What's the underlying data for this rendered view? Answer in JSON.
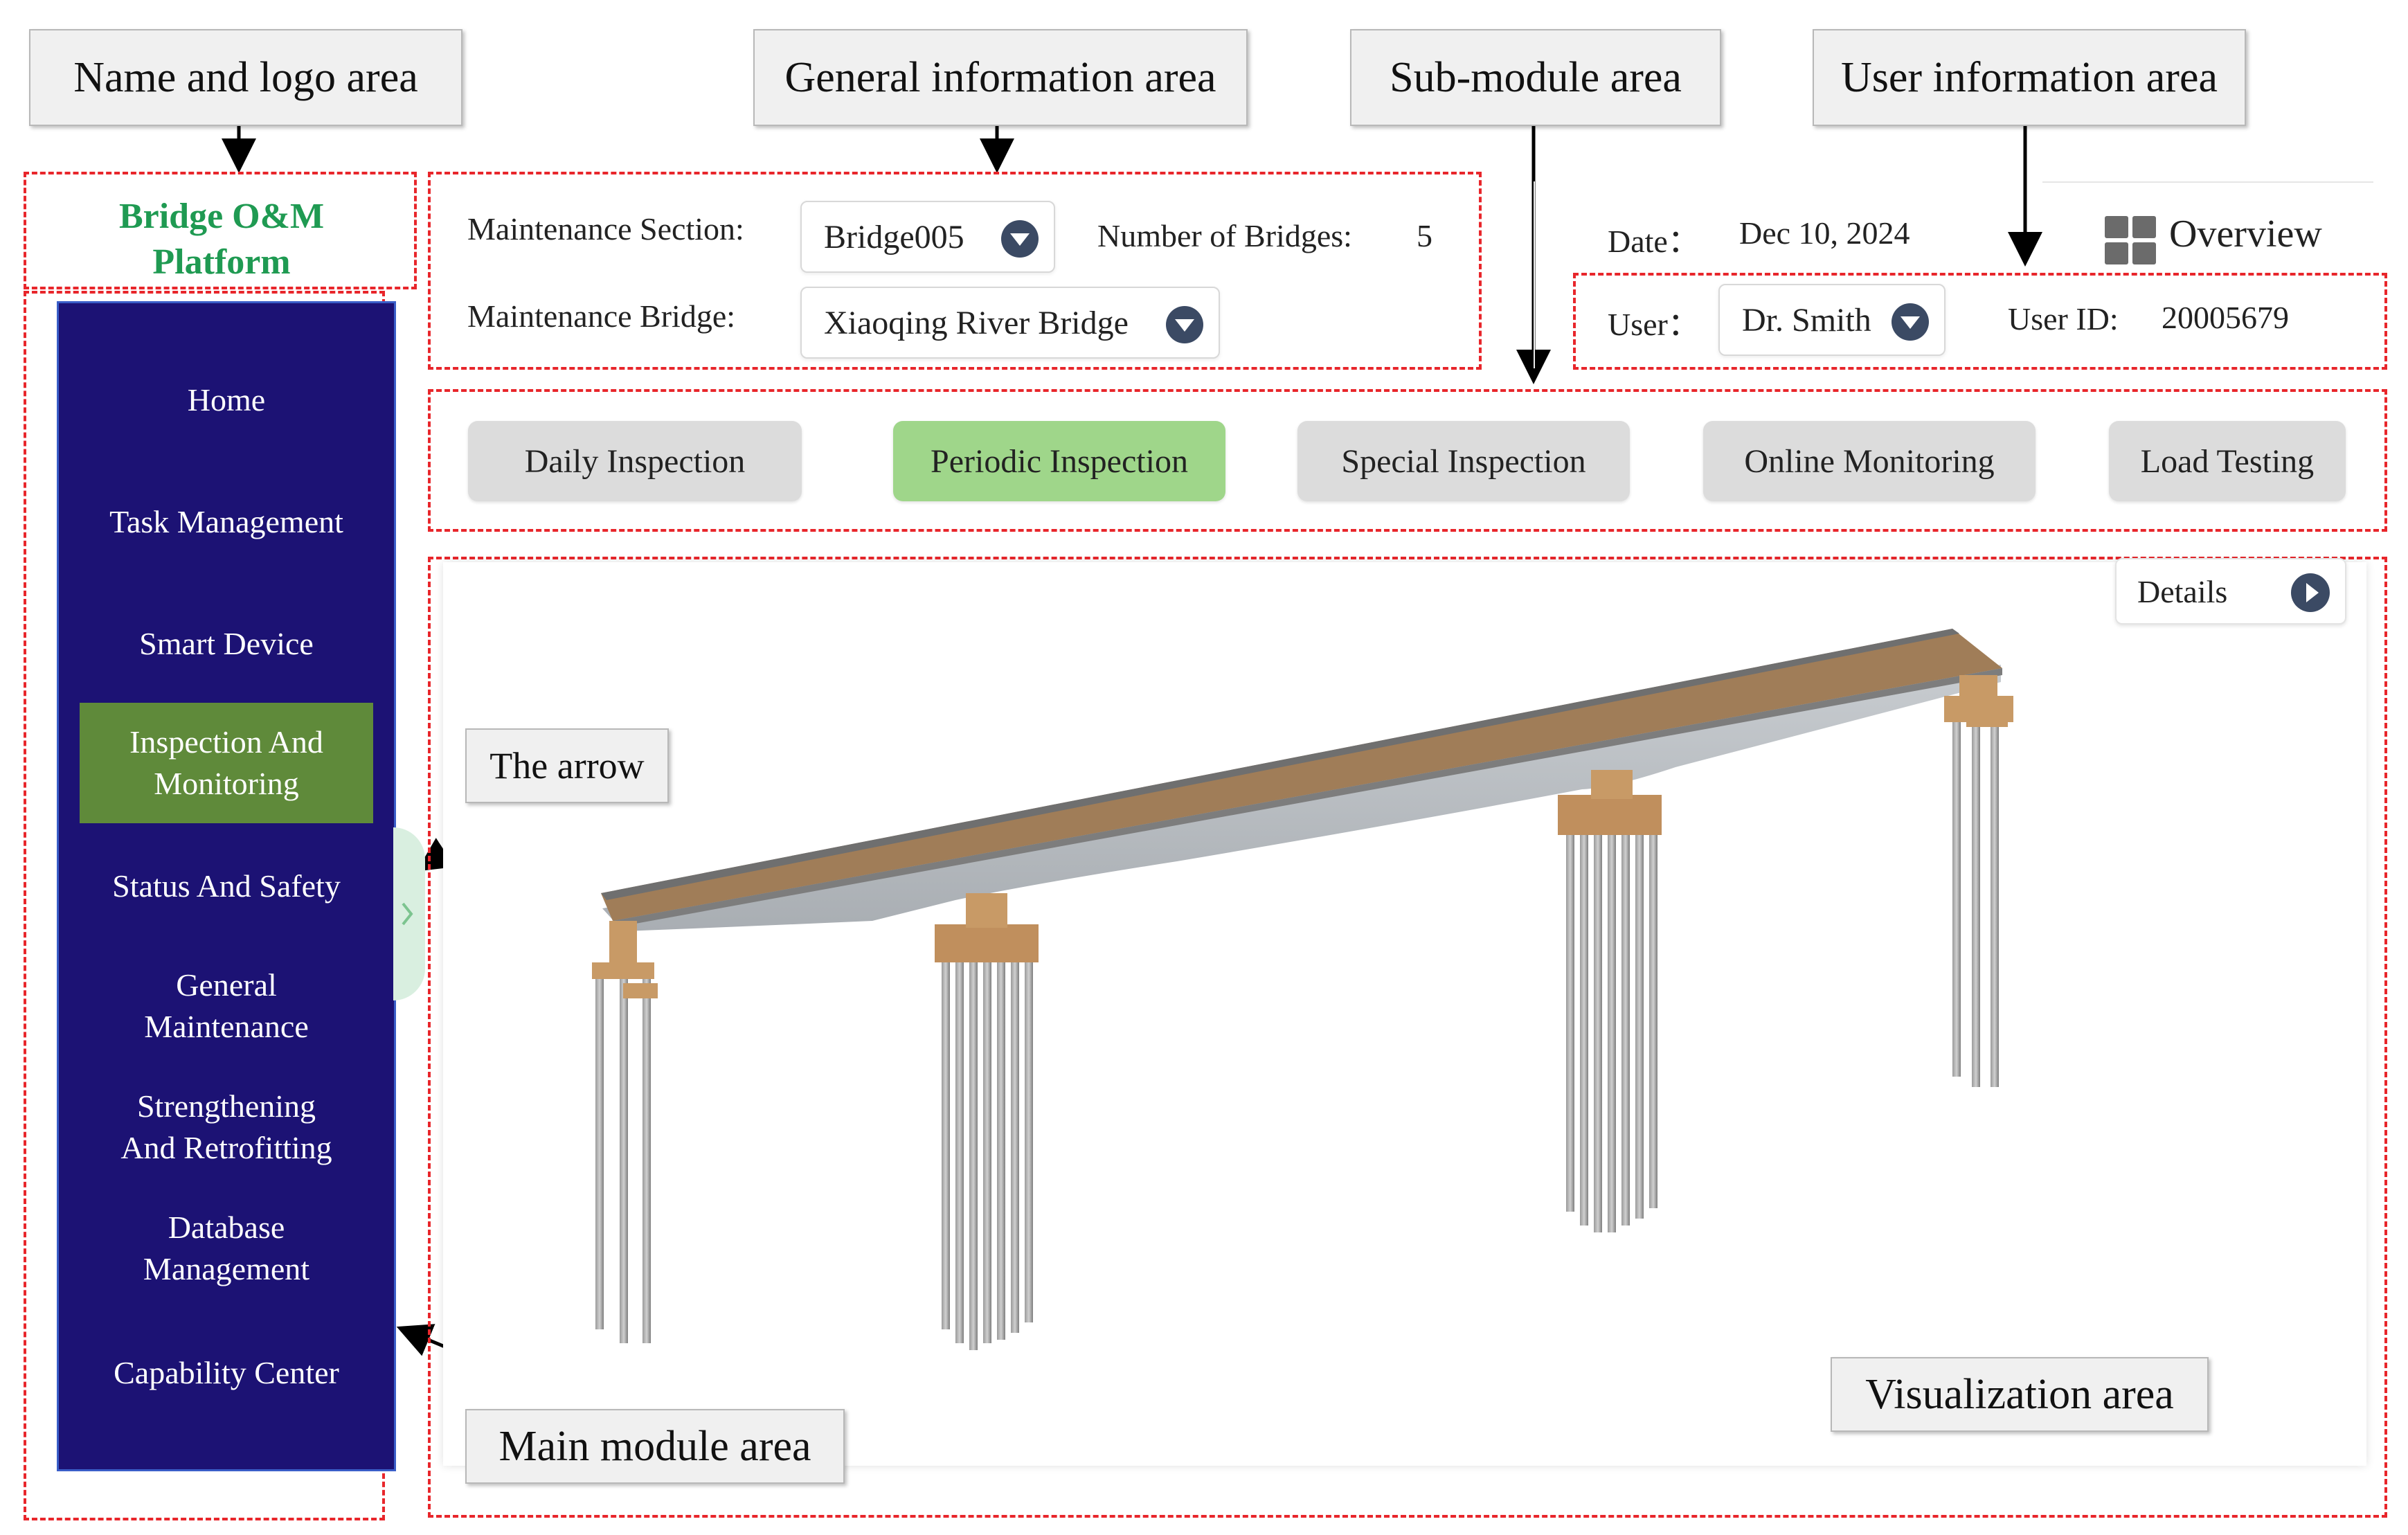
{
  "callouts": {
    "name_logo": "Name and logo area",
    "general_info": "General information area",
    "sub_module": "Sub-module area",
    "user_info": "User information area",
    "the_arrow": "The arrow",
    "main_module": "Main module area",
    "visualization": "Visualization area"
  },
  "logo": {
    "line1": "Bridge O&M",
    "line2": "Platform"
  },
  "sidebar": {
    "items": [
      {
        "label": "Home"
      },
      {
        "label": "Task Management"
      },
      {
        "label": "Smart Device"
      },
      {
        "label": "Inspection And Monitoring",
        "active": true
      },
      {
        "label": "Status And Safety"
      },
      {
        "label": "General Maintenance"
      },
      {
        "label": "Strengthening And Retrofitting"
      },
      {
        "label": "Database Management"
      },
      {
        "label": "Capability Center"
      }
    ]
  },
  "general_info": {
    "section_label": "Maintenance Section:",
    "section_value": "Bridge005",
    "bridges_count_label": "Number of Bridges:",
    "bridges_count_value": "5",
    "bridge_label": "Maintenance Bridge:",
    "bridge_value": "Xiaoqing River Bridge"
  },
  "header": {
    "date_label": "Date：",
    "date_value": "Dec 10, 2024",
    "overview_label": "Overview"
  },
  "user_info": {
    "user_label": "User：",
    "user_value": "Dr. Smith",
    "user_id_label": "User ID:",
    "user_id_value": "20005679"
  },
  "tabs": [
    {
      "label": "Daily Inspection"
    },
    {
      "label": "Periodic Inspection",
      "active": true
    },
    {
      "label": "Special Inspection"
    },
    {
      "label": "Online Monitoring"
    },
    {
      "label": "Load Testing"
    }
  ],
  "visualization": {
    "details_label": "Details"
  },
  "colors": {
    "sidebar_bg": "#1c1274",
    "active_nav": "#5f8a3a",
    "active_tab": "#9fd68a",
    "logo_text": "#1f9a52",
    "dashed_border": "#e8262b"
  },
  "icons": [
    "chevron-down-icon",
    "grid-icon",
    "arrow-right-icon",
    "chevron-right-icon"
  ]
}
